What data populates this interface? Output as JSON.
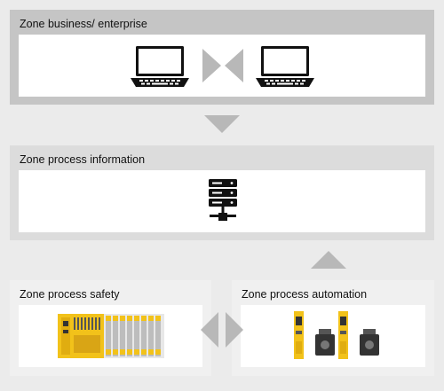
{
  "zones": {
    "business": {
      "title": "Zone business/ enterprise"
    },
    "information": {
      "title": "Zone process information"
    },
    "safety": {
      "title": "Zone process safety"
    },
    "automation": {
      "title": "Zone process automation"
    }
  },
  "icons": {
    "laptop": "laptop-icon",
    "server": "server-network-icon",
    "plc": "safety-controller-icon",
    "drive": "servo-drive-icon"
  },
  "colors": {
    "page_bg": "#ebebeb",
    "business_bg": "#c5c5c5",
    "information_bg": "#dcdcdc",
    "lower_bg": "#f0f0f0",
    "panel_bg": "#ffffff",
    "arrow": "#b8b8b8",
    "device_yellow": "#f2c21a",
    "icon_black": "#111111"
  }
}
